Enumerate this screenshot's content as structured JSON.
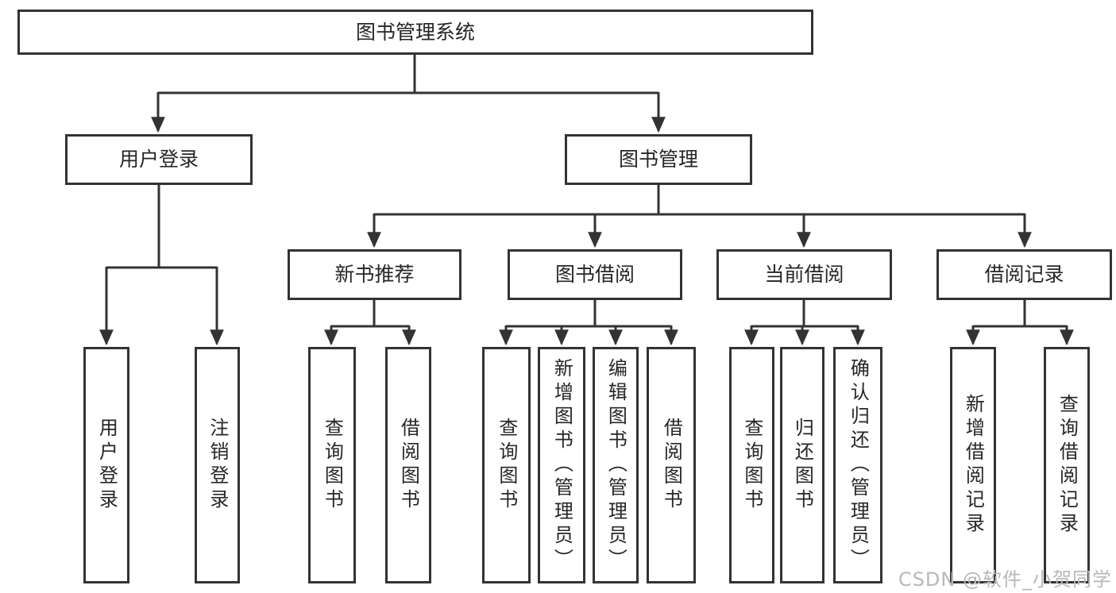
{
  "colors": {
    "line": "#333333",
    "text": "#262626",
    "box_background": "#ffffff",
    "background": "#ffffff",
    "watermark": "#b8b8b8"
  },
  "watermark": "CSDN @软件_小贺同学",
  "tree": {
    "root": {
      "label": "图书管理系统"
    },
    "branches": [
      {
        "label": "用户登录",
        "children": [
          {
            "label": "用户登录"
          },
          {
            "label": "注销登录"
          }
        ]
      },
      {
        "label": "图书管理",
        "children": [
          {
            "label": "新书推荐",
            "children": [
              {
                "label": "查询图书"
              },
              {
                "label": "借阅图书"
              }
            ]
          },
          {
            "label": "图书借阅",
            "children": [
              {
                "label": "查询图书"
              },
              {
                "label": "新增图书（管理员）"
              },
              {
                "label": "编辑图书（管理员）"
              },
              {
                "label": "借阅图书"
              }
            ]
          },
          {
            "label": "当前借阅",
            "children": [
              {
                "label": "查询图书"
              },
              {
                "label": "归还图书"
              },
              {
                "label": "确认归还（管理员）"
              }
            ]
          },
          {
            "label": "借阅记录",
            "children": [
              {
                "label": "新增借阅记录"
              },
              {
                "label": "查询借阅记录"
              }
            ]
          }
        ]
      }
    ]
  }
}
